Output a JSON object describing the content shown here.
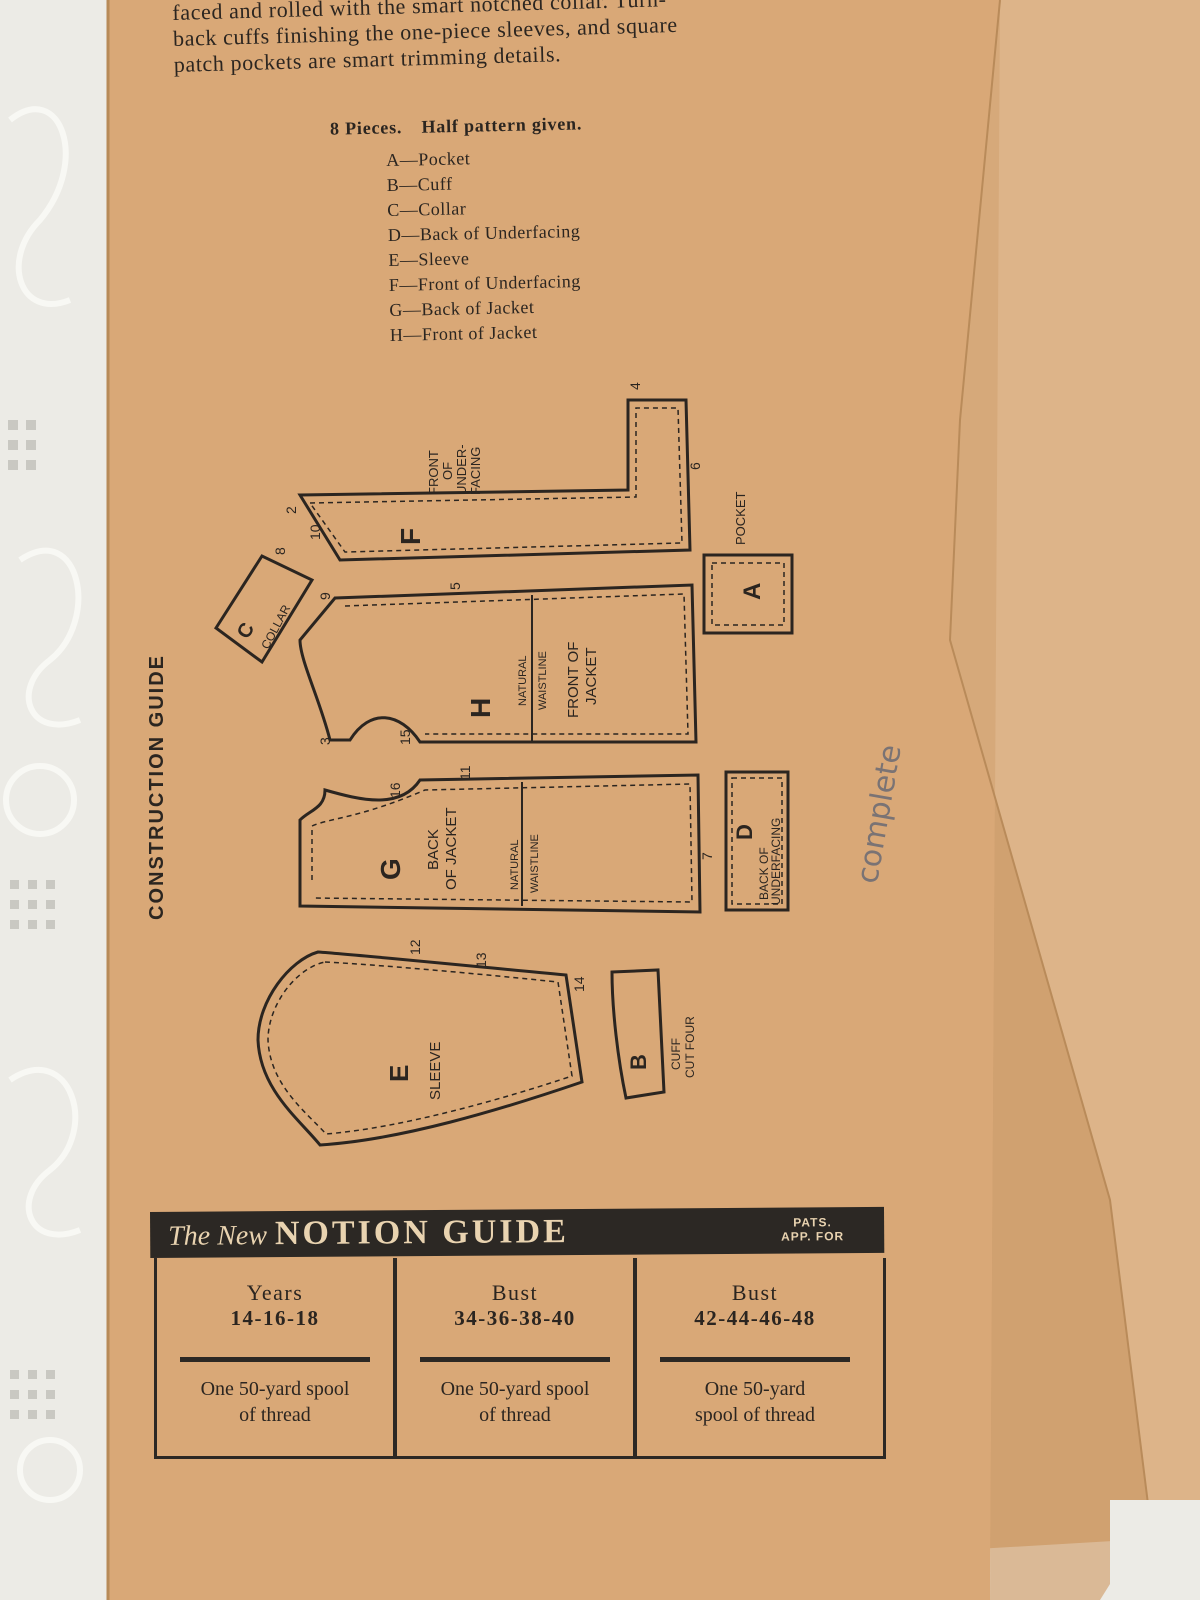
{
  "intro_lines": [
    "faced and rolled with the smart notched collar. Turn-",
    "back cuffs finishing the one-piece sleeves, and square",
    "patch pockets are smart trimming details."
  ],
  "pieces_heading": {
    "count": "8 Pieces.",
    "note": "Half pattern given."
  },
  "piece_list": [
    "A—Pocket",
    "B—Cuff",
    "C—Collar",
    "D—Back of Underfacing",
    "E—Sleeve",
    "F—Front of Underfacing",
    "G—Back of Jacket",
    "H—Front of Jacket"
  ],
  "construction_title": "CONSTRUCTION GUIDE",
  "pattern": {
    "front_underfacing": {
      "letter": "F",
      "label": [
        "FRONT",
        "OF",
        "UNDER-",
        "FACING"
      ]
    },
    "pocket": {
      "letter": "A",
      "label": "POCKET"
    },
    "collar": {
      "letter": "C",
      "label": "COLLAR"
    },
    "front_jacket": {
      "letter": "H",
      "label": [
        "FRONT OF",
        "JACKET"
      ],
      "waist": [
        "NATURAL",
        "WAISTLINE"
      ]
    },
    "back_jacket": {
      "letter": "G",
      "label": [
        "BACK",
        "OF JACKET"
      ],
      "waist": [
        "NATURAL",
        "WAISTLINE"
      ]
    },
    "back_underfacing": {
      "letter": "D",
      "label": [
        "BACK OF",
        "UNDERFACING"
      ]
    },
    "sleeve": {
      "letter": "E",
      "label": "SLEEVE"
    },
    "cuff": {
      "letter": "B",
      "label": [
        "CUFF",
        "CUT FOUR"
      ]
    },
    "numbers": [
      "2",
      "4",
      "5",
      "6",
      "8",
      "9",
      "10",
      "11",
      "12",
      "13",
      "14",
      "15",
      "16",
      "3",
      "7"
    ]
  },
  "notion_guide": {
    "title_the": "The New",
    "title_main": "NOTION GUIDE",
    "pats": [
      "PATS.",
      "APP. FOR"
    ],
    "columns": [
      {
        "head1": "Years",
        "head2": "14-16-18",
        "text": [
          "One 50-yard spool",
          "of thread"
        ]
      },
      {
        "head1": "Bust",
        "head2": "34-36-38-40",
        "text": [
          "One 50-yard spool",
          "of thread"
        ]
      },
      {
        "head1": "Bust",
        "head2": "42-44-46-48",
        "text": [
          "One 50-yard",
          "spool of thread"
        ]
      }
    ]
  },
  "handwritten_note": "complete",
  "colors": {
    "paper": "#d9a877",
    "paper_dark": "#c8925f",
    "ink": "#2b2520",
    "lace": "#ecebe6"
  }
}
